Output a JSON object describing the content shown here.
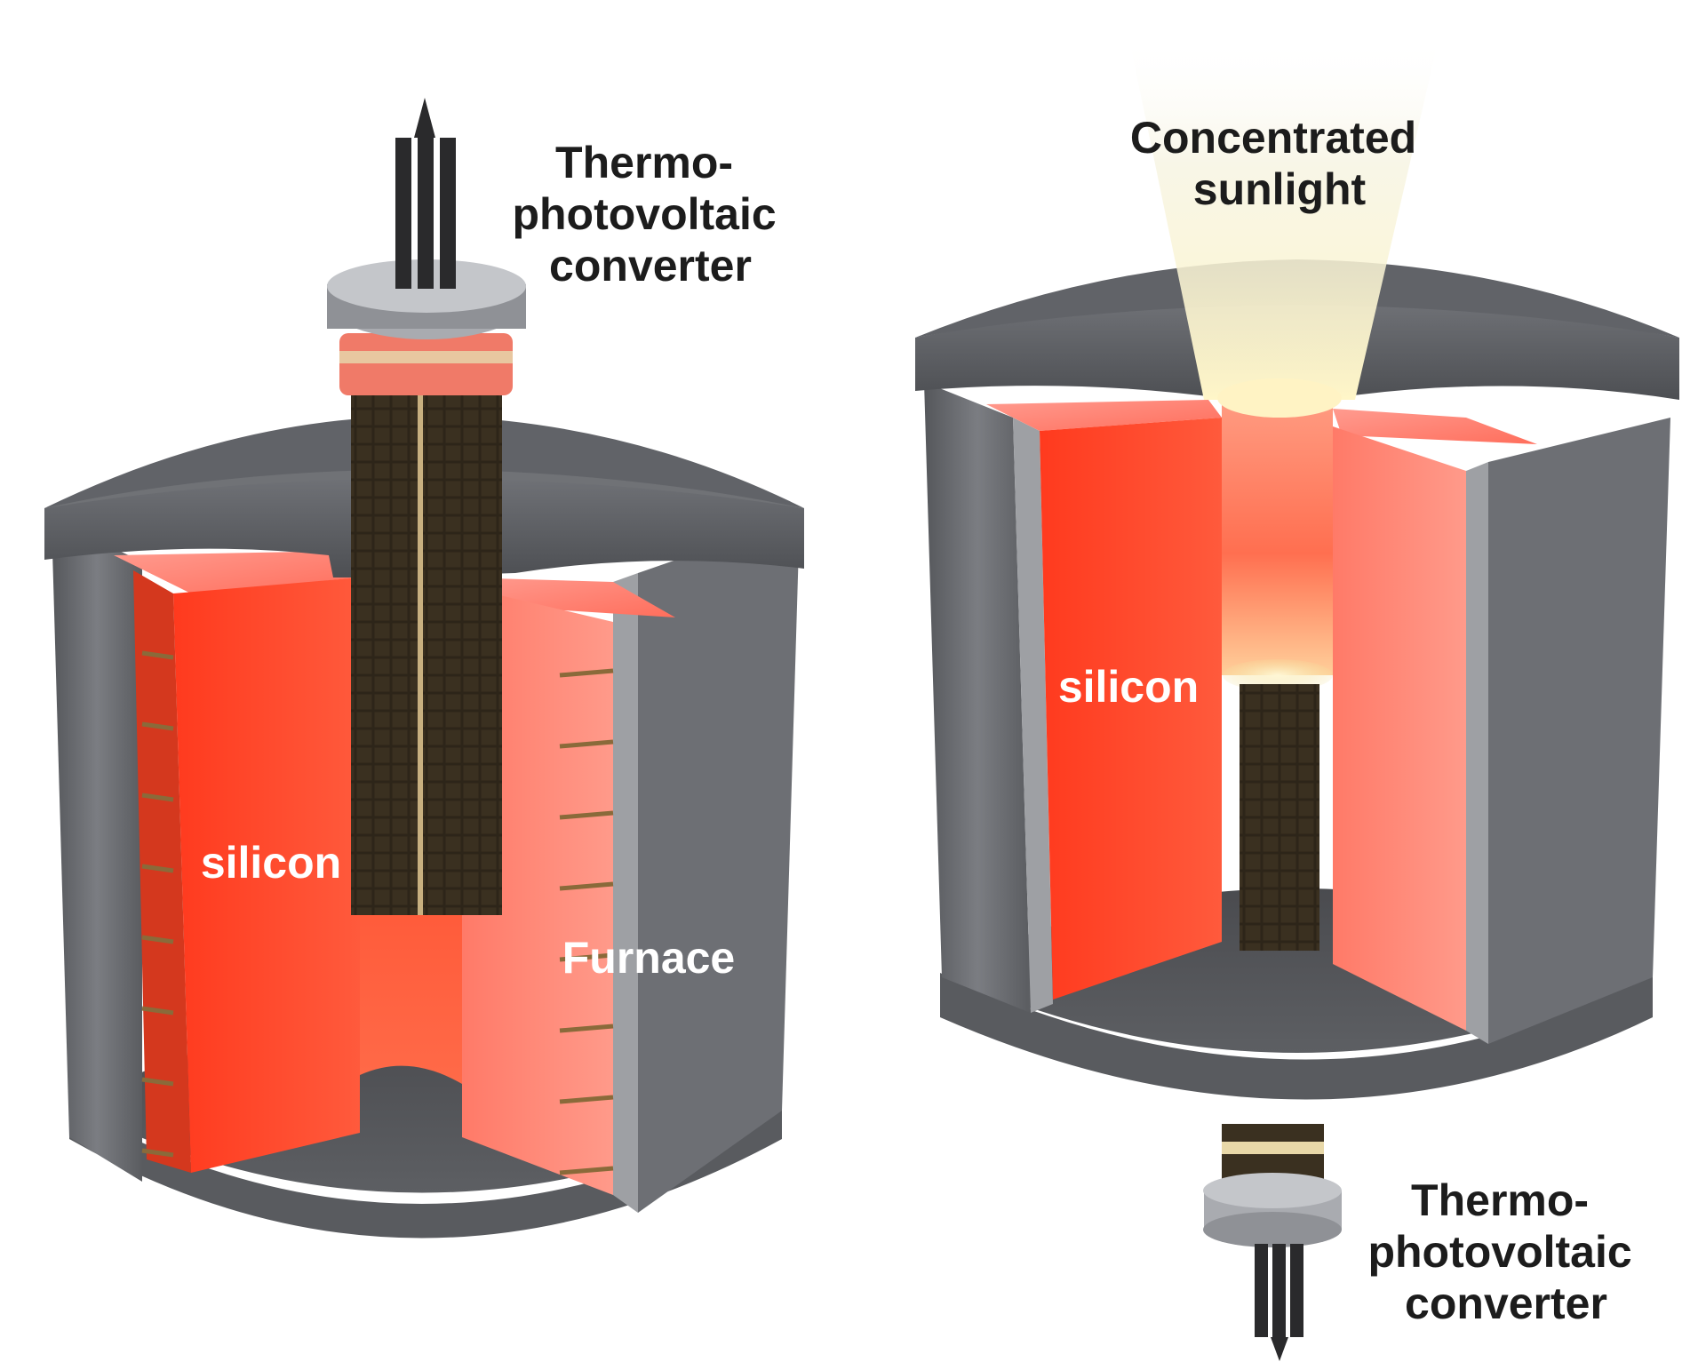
{
  "left_device": {
    "converter_label": [
      "Thermo-",
      "photovoltaic",
      "converter"
    ],
    "silicon_label": "silicon",
    "furnace_label": "Furnace"
  },
  "right_device": {
    "sunlight_label": [
      "Concentrated",
      "sunlight"
    ],
    "silicon_label": "silicon",
    "converter_label": [
      "Thermo-",
      "photovoltaic",
      "converter"
    ]
  },
  "colors": {
    "graphite": "#6b6d72",
    "graphite_dark": "#4a4c50",
    "graphite_light": "#85878c",
    "silicon_hot": "#ff4a2a",
    "silicon_glow": "#ff8a78",
    "converter_cells": "#2b2418",
    "text_dark": "#1c1c1c",
    "text_light": "#ffffff"
  }
}
